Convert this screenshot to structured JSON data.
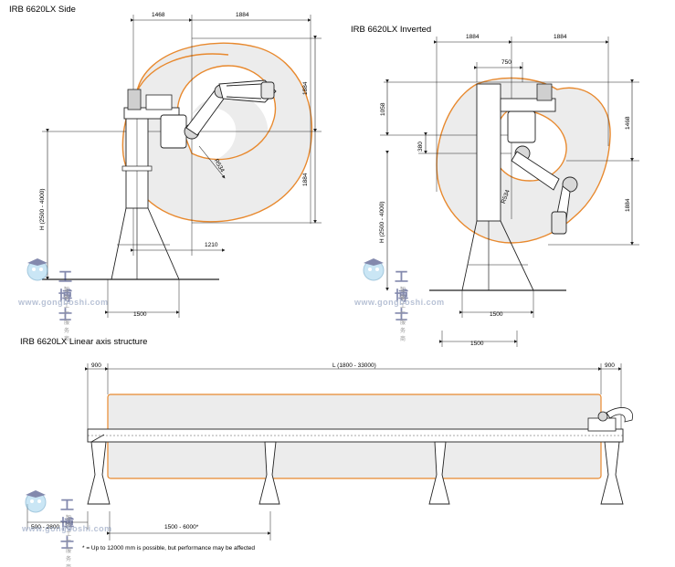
{
  "titles": {
    "side": "IRB 6620LX Side",
    "inverted": "IRB 6620LX Inverted",
    "linear": "IRB 6620LX Linear axis structure"
  },
  "side_dims": {
    "d1468": "1468",
    "d1884_top": "1884",
    "d1884_v_upper": "1884",
    "d1884_v_lower": "1884",
    "d1210": "1210",
    "r534": "R534",
    "h_range": "H (2500 - 4000)",
    "d1500": "1500"
  },
  "inverted_dims": {
    "d1884_left": "1884",
    "d1884_right": "1884",
    "d750": "750",
    "d1058": "1058",
    "d380": "380",
    "d1468": "1468",
    "d1884_v": "1884",
    "r534": "R534",
    "h_range": "H (2500 - 4000)",
    "d1500_a": "1500",
    "d1500_b": "1500"
  },
  "linear_dims": {
    "d900_left": "900",
    "d900_right": "900",
    "length_range": "L (1800 - 33000)",
    "pillar_range": "500 - 2800",
    "spacing_range": "1500 - 6000*"
  },
  "footnote": "* = Up to 12000 mm is possible, but performance may be affected",
  "watermark": {
    "brand_cn": "工博士",
    "sub_cn": "智能工厂服务商",
    "url": "www.gongboshi.com"
  },
  "colors": {
    "work_envelope": "#e8892e",
    "envelope_fill": "#ececec",
    "lines": "#222222"
  }
}
